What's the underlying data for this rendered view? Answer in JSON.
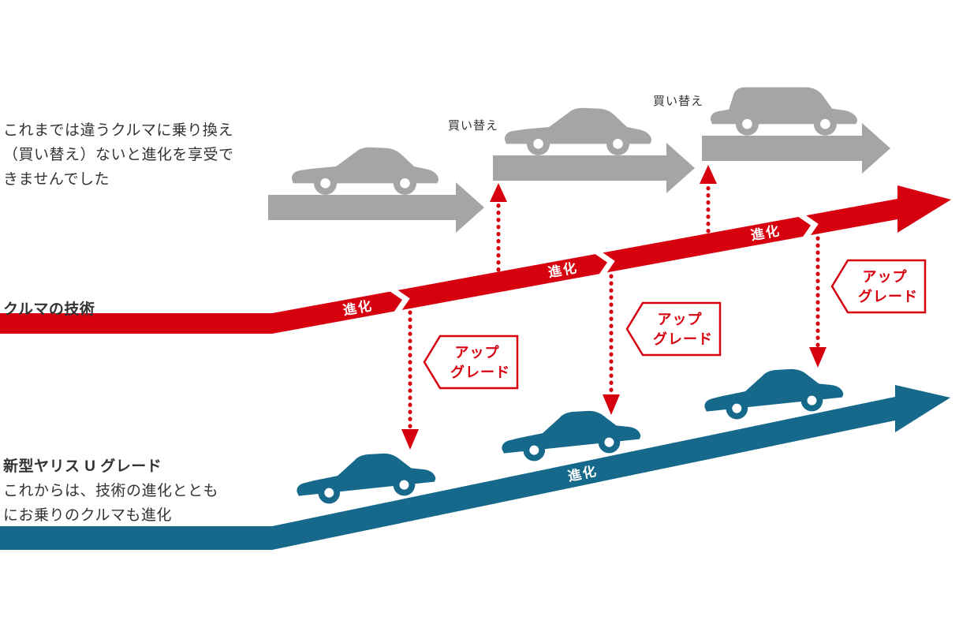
{
  "colors": {
    "red": "#d7000f",
    "gray": "#a5a5a6",
    "teal": "#17698b",
    "text": "#333333",
    "background": "#ffffff"
  },
  "past_note": {
    "line1": "これまでは違うクルマに乗り換え",
    "line2": "（買い替え）ないと進化を享受で",
    "line3": "きませんでした"
  },
  "tech_label": "クルマの技術",
  "future_note": {
    "title": "新型ヤリス U グレード",
    "line1": "これからは、技術の進化ととも",
    "line2": "にお乗りのクルマも進化"
  },
  "buy_labels": {
    "first": "買い替え",
    "second": "買い替え"
  },
  "red_axis": {
    "seg1": "進化",
    "seg2": "進化",
    "seg3": "進化"
  },
  "blue_axis": {
    "seg1": "進化"
  },
  "upgrade_badges": {
    "b1": {
      "line1": "アップ",
      "line2": "グレード"
    },
    "b2": {
      "line1": "アップ",
      "line2": "グレード"
    },
    "b3": {
      "line1": "アップ",
      "line2": "グレード"
    }
  }
}
